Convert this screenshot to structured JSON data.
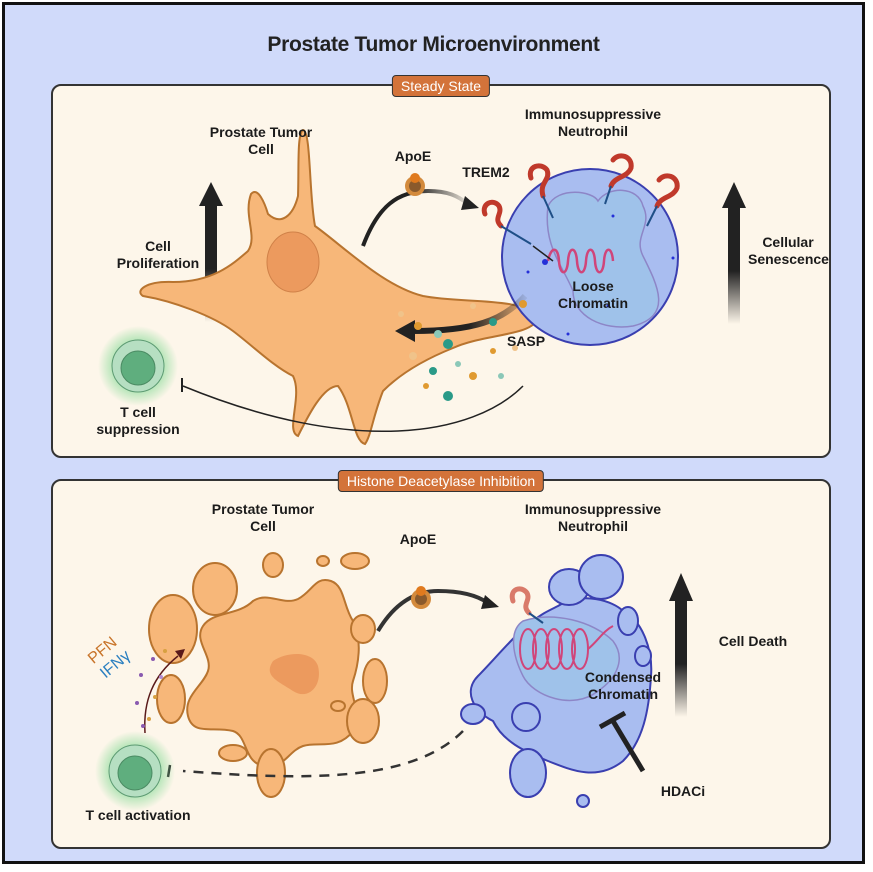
{
  "title": "Prostate Tumor Microenvironment",
  "panels": {
    "steady": {
      "tag": "Steady State",
      "tumor_cell": "Prostate Tumor Cell",
      "apoe": "ApoE",
      "trem2": "TREM2",
      "neutrophil": "Immunosuppressive Neutrophil",
      "chromatin": "Loose Chromatin",
      "effect_left": "Cell Proliferation",
      "effect_right": "Cellular Senescence",
      "sasp": "SASP",
      "tcell": "T cell suppression"
    },
    "hdac": {
      "tag": "Histone Deacetylase Inhibition",
      "tumor_cell": "Prostate Tumor Cell",
      "apoe": "ApoE",
      "neutrophil": "Immunosuppressive Neutrophil",
      "chromatin": "Condensed Chromatin",
      "effect_right": "Cell Death",
      "drug": "HDACi",
      "pfn": "PFN",
      "ifng": "IFNγ",
      "tcell": "T cell activation"
    }
  },
  "colors": {
    "background": "#d0dafa",
    "panel": "#fdf6ea",
    "tag": "#d3733a",
    "tumor": "#f7b779",
    "tumor_outline": "#b8742f",
    "neutrophil": "#a9bdf0",
    "neutrophil_outline": "#3a3fb0",
    "chromatin": "#d0457a",
    "receptor": "#c0392b",
    "tcell": "#6fba8e",
    "pfn": "#c8742a",
    "ifng": "#2a7fc0"
  }
}
